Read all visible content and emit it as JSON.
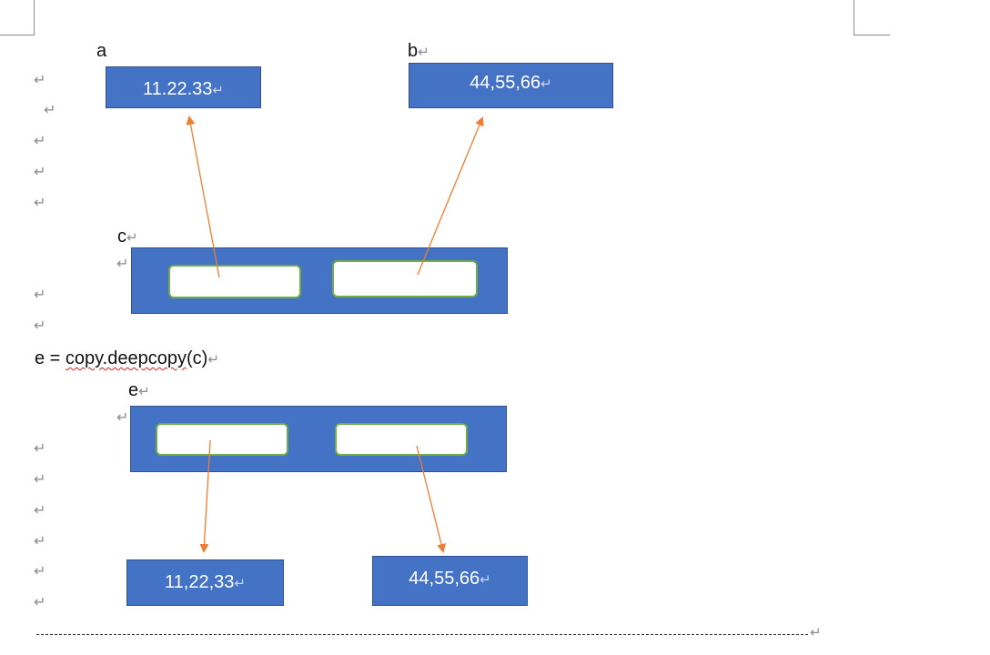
{
  "labels": {
    "a": "a",
    "b": "b",
    "c": "c",
    "e": "e"
  },
  "code": {
    "lhs": "e = ",
    "fn": "copy.deepcopy",
    "args": "(c)"
  },
  "boxes": {
    "a_value": "11.22.33",
    "b_value": "44,55,66",
    "e_first_value": "11,22,33",
    "e_second_value": "44,55,66"
  },
  "paragraph_mark": "↵",
  "colors": {
    "box_fill": "#4472c4",
    "box_border": "#2f528f",
    "slot_border": "#70ad47",
    "arrow": "#ed7d31",
    "spell_underline": "#e02020"
  },
  "icons": {
    "paragraph": "paragraph-mark-icon",
    "arrow": "arrow-icon"
  }
}
